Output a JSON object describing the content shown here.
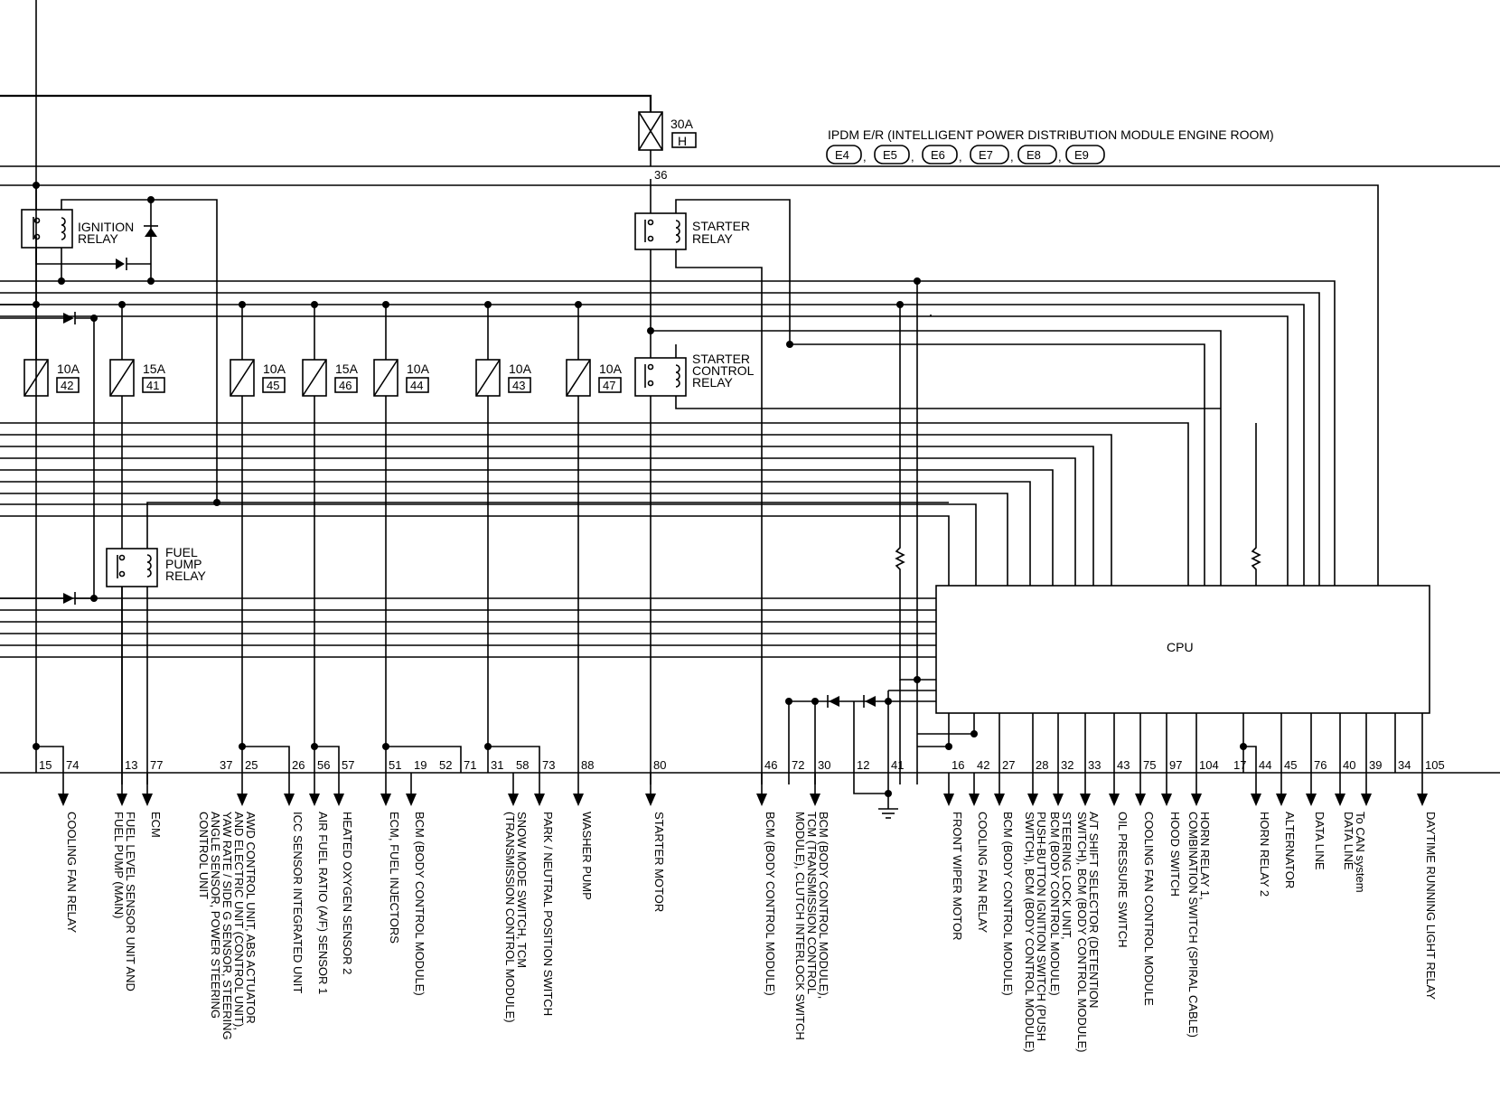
{
  "module": {
    "title": "IPDM E/R (INTELLIGENT POWER DISTRIBUTION MODULE ENGINE ROOM)",
    "connectors": [
      "E4",
      "E5",
      "E6",
      "E7",
      "E8",
      "E9"
    ],
    "cpu_label": "CPU"
  },
  "main_fuse": {
    "amp": "30A",
    "id": "H",
    "pin": "36"
  },
  "relays": {
    "ignition": [
      "IGNITION",
      "RELAY"
    ],
    "starter": [
      "STARTER",
      "RELAY"
    ],
    "starter_control": [
      "STARTER",
      "CONTROL",
      "RELAY"
    ],
    "fuel_pump": [
      "FUEL",
      "PUMP",
      "RELAY"
    ]
  },
  "fuses": [
    {
      "amp": "10A",
      "num": "42"
    },
    {
      "amp": "15A",
      "num": "41"
    },
    {
      "amp": "10A",
      "num": "45"
    },
    {
      "amp": "15A",
      "num": "46"
    },
    {
      "amp": "10A",
      "num": "44"
    },
    {
      "amp": "10A",
      "num": "43"
    },
    {
      "amp": "10A",
      "num": "47"
    }
  ],
  "pins": [
    "15",
    "74",
    "13",
    "77",
    "37",
    "25",
    "26",
    "56",
    "57",
    "51",
    "19",
    "52",
    "71",
    "31",
    "58",
    "73",
    "88",
    "80",
    "46",
    "72",
    "30",
    "12",
    "41",
    "16",
    "42",
    "27",
    "28",
    "32",
    "33",
    "43",
    "75",
    "97",
    "104",
    "17",
    "44",
    "45",
    "76",
    "40",
    "39",
    "34",
    "105"
  ],
  "destinations": [
    [
      "COOLING FAN RELAY"
    ],
    [
      "FUEL LEVEL SENSOR UNIT AND",
      "FUEL PUMP (MAIN)"
    ],
    [
      "ECM"
    ],
    [
      "AWD CONTROL UNIT, ABS ACTUATOR",
      "AND ELECTRIC UNIT (CONTROL UNIT),",
      "YAW RATE / SIDE G SENSOR, STEERING",
      "ANGLE SENSOR, POWER STEERING",
      "CONTROL UNIT"
    ],
    [
      "ICC SENSOR INTEGRATED UNIT"
    ],
    [
      "AIR FUEL RATIO (A/F) SENSOR 1"
    ],
    [
      "HEATED OXYGEN SENSOR 2"
    ],
    [
      "ECM, FUEL INJECTORS"
    ],
    [
      "BCM (BODY CONTROL MODULE)"
    ],
    [
      "SNOW MODE SWITCH, TCM",
      "(TRANSMISSION CONTROL MODULE)"
    ],
    [
      "PARK / NEUTRAL POSITION SWITCH"
    ],
    [
      "WASHER PUMP"
    ],
    [
      "STARTER MOTOR"
    ],
    [
      "BCM (BODY CONTROL MODULE)"
    ],
    [
      "BCM (BODY CONTROL MODULE),",
      "TCM (TRANSMISSION CONTROL",
      "MODULE), CLUTCH INTERLOCK SWITCH"
    ],
    [
      "FRONT WIPER MOTOR"
    ],
    [
      "COOLING FAN RELAY"
    ],
    [
      "BCM (BODY CONTROL MODULE)"
    ],
    [
      "PUSH-BUTTON IGNITION SWITCH (PUSH",
      "SWITCH), BCM (BODY CONTROL MODULE)"
    ],
    [
      "STEERING LOCK UNIT,",
      "BCM (BODY CONTROL MODULE)"
    ],
    [
      "A/T SHIFT SELECTOR (DETENTION",
      "SWITCH), BCM (BODY CONTROL MODULE)"
    ],
    [
      "OIL PRESSURE SWITCH"
    ],
    [
      "COOLING FAN CONTROL MODULE"
    ],
    [
      "HOOD SWITCH"
    ],
    [
      "HORN RELAY 1,",
      "COMBINATION SWITCH (SPIRAL CABLE)"
    ],
    [
      "HORN RELAY 2"
    ],
    [
      "ALTERNATOR"
    ],
    [
      "DATA LINE"
    ],
    [
      "DATA LINE"
    ],
    [
      "To CAN system"
    ],
    [
      "DAYTIME RUNNING LIGHT RELAY"
    ]
  ]
}
